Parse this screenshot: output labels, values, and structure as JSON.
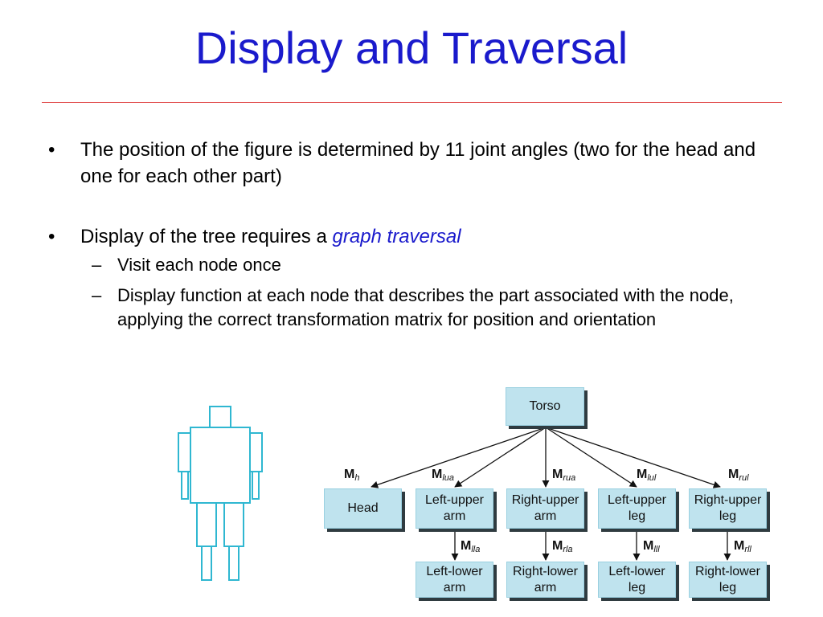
{
  "slide": {
    "title": "Display and Traversal"
  },
  "bullets": [
    {
      "text": "The position of the figure is determined by 11 joint angles (two for the head and one for each other part)"
    },
    {
      "text_pre": "Display of the tree requires a ",
      "text_em": "graph traversal",
      "sub": [
        "Visit each node once",
        "Display function at each node that describes the part associated with the node, applying the correct transformation matrix for position and orientation"
      ]
    }
  ],
  "colors": {
    "title": "#1a1acc",
    "rule": "#e04848",
    "node_fill": "#bfe3ee",
    "figure_stroke": "#2fb7d1"
  },
  "tree": {
    "root": "Torso",
    "children": [
      {
        "label": "Head",
        "matrix": "M",
        "matrix_sub": "h"
      },
      {
        "label": "Left-upper arm",
        "matrix": "M",
        "matrix_sub": "lua",
        "child": {
          "label": "Left-lower arm",
          "matrix": "M",
          "matrix_sub": "lla"
        }
      },
      {
        "label": "Right-upper arm",
        "matrix": "M",
        "matrix_sub": "rua",
        "child": {
          "label": "Right-lower arm",
          "matrix": "M",
          "matrix_sub": "rla"
        }
      },
      {
        "label": "Left-upper leg",
        "matrix": "M",
        "matrix_sub": "lul",
        "child": {
          "label": "Left-lower leg",
          "matrix": "M",
          "matrix_sub": "lll"
        }
      },
      {
        "label": "Right-upper leg",
        "matrix": "M",
        "matrix_sub": "rul",
        "child": {
          "label": "Right-lower leg",
          "matrix": "M",
          "matrix_sub": "rll"
        }
      }
    ]
  }
}
